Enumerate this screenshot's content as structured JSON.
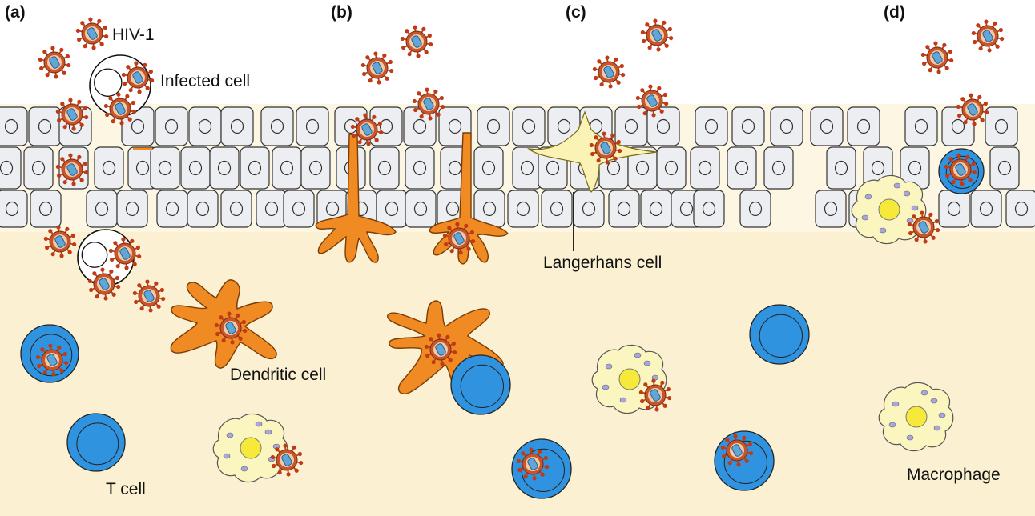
{
  "panels": [
    "(a)",
    "(b)",
    "(c)",
    "(d)"
  ],
  "labels": {
    "hiv": "HIV-1",
    "infected_cell": "Infected cell",
    "dendritic_cell": "Dendritic cell",
    "langerhans_cell": "Langerhans cell",
    "t_cell": "T cell",
    "macrophage": "Macrophage"
  },
  "colors": {
    "tissue": "#fbf1d2",
    "epithelial_cell": "#eceef1",
    "virus_body": "#c8552a",
    "virus_core": "#5fa7d9",
    "dendritic": "#f08a22",
    "langerhans": "#fbf3b5",
    "t_cell": "#2f93e0",
    "macrophage": "#fbf5c0",
    "macrophage_nucleus": "#f7e93a"
  }
}
